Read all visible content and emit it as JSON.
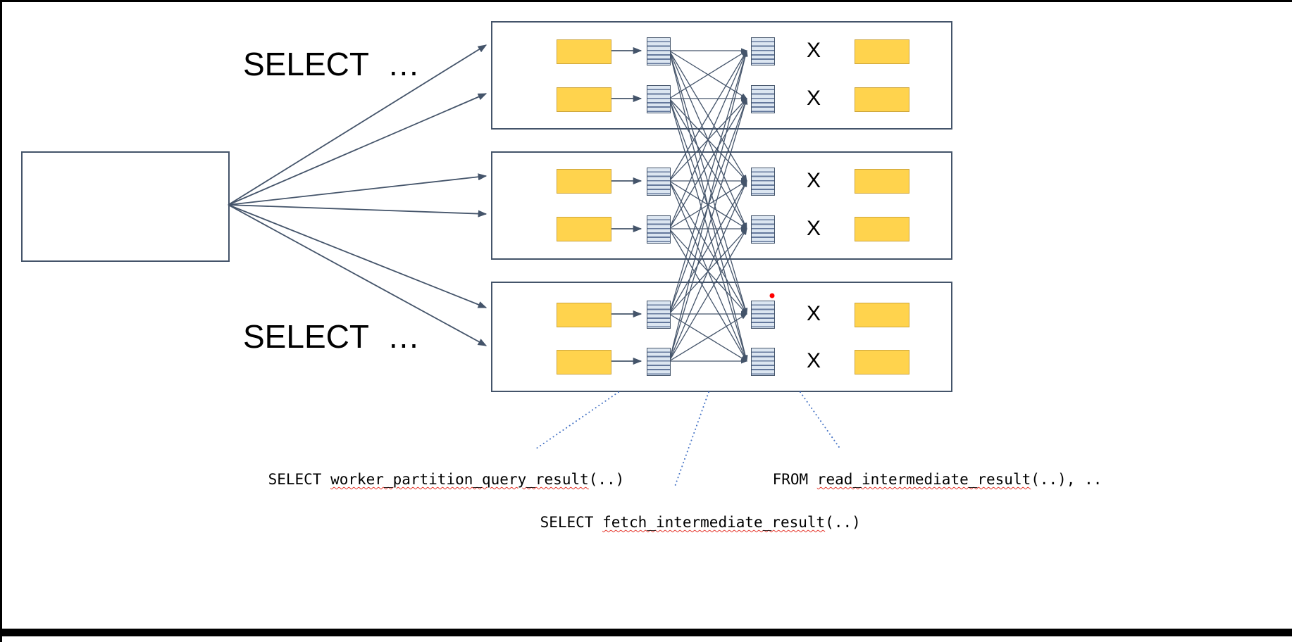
{
  "colors": {
    "frame": "#000000",
    "box_border": "#44546A",
    "arrow": "#44546A",
    "shard_source_fill": "#FFD34D",
    "shard_source_border": "#CDA53C",
    "file_fill": "#DCE6F1",
    "file_stripe": "#64789C",
    "leader_line": "#4472C4",
    "wavy_underline": "#E5352B",
    "highlight_dot": "#FF0000",
    "text": "#000000"
  },
  "select_labels": {
    "top": "SELECT …",
    "bottom": "SELECT …"
  },
  "workers": {
    "x_mark": "X"
  },
  "annotations": {
    "partition": {
      "keyword": "SELECT ",
      "function": "worker_partition_query_result",
      "args": "(..)"
    },
    "fetch": {
      "keyword": "SELECT ",
      "function": "fetch_intermediate_result",
      "args": "(..)"
    },
    "read": {
      "keyword": "FROM ",
      "function": "read_intermediate_result",
      "args": "(..), .."
    }
  }
}
